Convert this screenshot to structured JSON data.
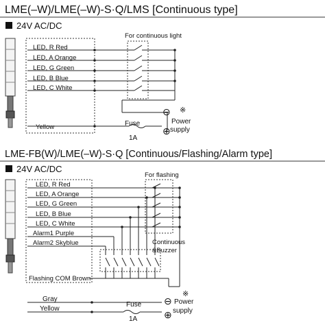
{
  "section1": {
    "title": "LME(–W)/LME(–W)-S·Q/LMS [Continuous type]",
    "voltage": "24V AC/DC",
    "switch_label": "For continuous light",
    "wires": [
      "LED, R Red",
      "LED, A Orange",
      "LED, G Green",
      "LED, B Blue",
      "LED, C White"
    ],
    "common_wire": "Yellow",
    "fuse_label": "Fuse",
    "fuse_rating": "1A",
    "minus": "⊖",
    "plus": "⊕",
    "note_mark": "※",
    "power_line1": "Power",
    "power_line2": "supply"
  },
  "section2": {
    "title": "LME-FB(W)/LME(–W)-S·Q [Continuous/Flashing/Alarm type]",
    "voltage": "24V AC/DC",
    "switch_label": "For flashing",
    "buzzer_line1": "Continuous",
    "buzzer_line2": "&Buzzer",
    "wires": [
      "LED, R Red",
      "LED, A Orange",
      "LED, G Green",
      "LED, B Blue",
      "LED, C White",
      "Alarm1 Purple",
      "Alarm2 Skyblue"
    ],
    "flash_com": "Flashing COM Brown",
    "gray_wire": "Gray",
    "common_wire": "Yellow",
    "fuse_label": "Fuse",
    "fuse_rating": "1A",
    "minus": "⊖",
    "plus": "⊕",
    "note_mark": "※",
    "power_line1": "Power",
    "power_line2": "supply"
  }
}
